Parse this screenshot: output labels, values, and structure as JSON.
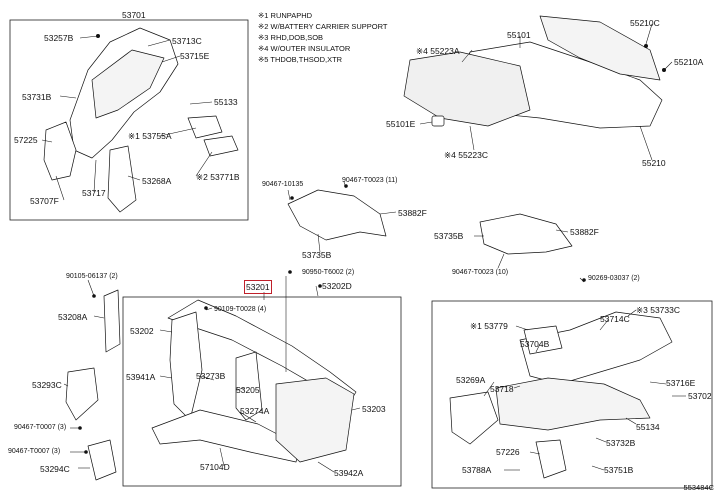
{
  "notes": [
    "※1 RUNPAPHD",
    "※2 W/BATTERY CARRIER SUPPORT",
    "※3 RHD,DOB,SOB",
    "※4 W/OUTER INSULATOR",
    "※5 THDOB,THSOD,XTR"
  ],
  "labels": {
    "p53701": "53701",
    "p53257b": "53257B",
    "p53713c": "53713C",
    "p53715e": "53715E",
    "p53731b": "53731B",
    "p55133": "55133",
    "p57225": "57225",
    "p53755a": "※1 53755A",
    "p53707f": "53707F",
    "p53717": "53717",
    "p53268a": "53268A",
    "p53771b": "※2 53771B",
    "p55223a": "※4 55223A",
    "p55101": "55101",
    "p55210c": "55210C",
    "p55210a": "55210A",
    "p55101e": "55101E",
    "p55223c": "※4 55223C",
    "p55210": "55210",
    "p90467_10135": "90467-10135",
    "p90467_t0023_11": "90467-T0023 (11)",
    "p53882f_top": "53882F",
    "p53735b_top": "53735B",
    "p53735b": "53735B",
    "p53882f": "53882F",
    "p90467_t0023_10": "90467-T0023 (10)",
    "p90105_06137": "90105-06137 (2)",
    "p53201": "53201",
    "p90950": "90950-T6002 (2)",
    "p53202d": "53202D",
    "p90269": "90269-03037 (2)",
    "p53208a": "53208A",
    "p90109": "90109-T0028 (4)",
    "p53202": "53202",
    "p53941a": "53941A",
    "p53273b": "53273B",
    "p53293c": "53293C",
    "p53205": "53205",
    "p53203": "53203",
    "p53274a": "53274A",
    "p90467_t0007_3a": "90467-T0007 (3)",
    "p90467_t0007_3b": "90467-T0007 (3)",
    "p53294c": "53294C",
    "p57104d": "57104D",
    "p53942a": "53942A",
    "p53733c": "※3 53733C",
    "p153779": "※1 53779",
    "p53714c": "53714C",
    "p53704b": "53704B",
    "p53269a": "53269A",
    "p53718": "53718",
    "p53716e": "53716E",
    "p53702": "53702",
    "p55134": "55134",
    "p57226": "57226",
    "p53732b": "53732B",
    "p53788a": "53788A",
    "p53751b": "53751B",
    "ref_code": "553484C"
  }
}
